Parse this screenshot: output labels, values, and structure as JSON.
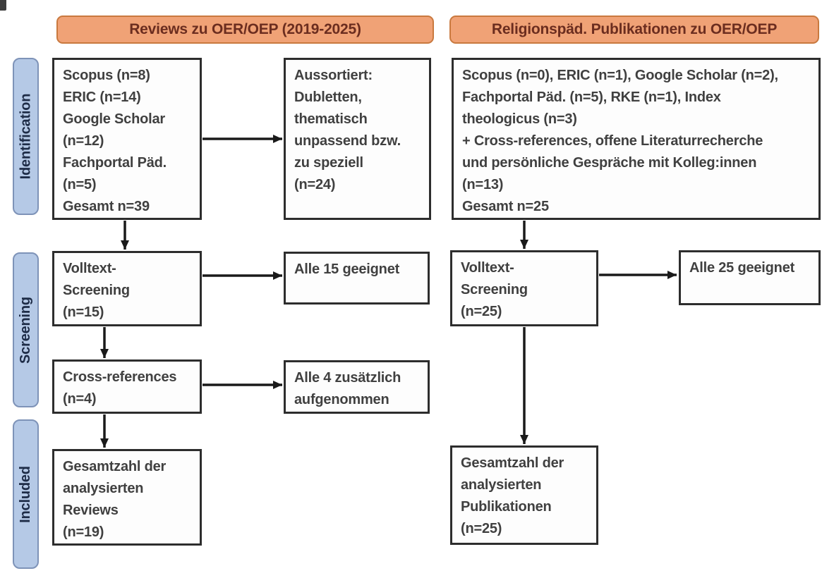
{
  "diagram": {
    "headers": [
      {
        "label": "Reviews zu OER/OEP (2019-2025)"
      },
      {
        "label": "Religionspäd. Publikationen zu OER/OEP"
      }
    ],
    "stages": [
      {
        "label": "Identification"
      },
      {
        "label": "Screening"
      },
      {
        "label": "Included"
      }
    ],
    "boxes": {
      "id_left": {
        "lines": [
          "Scopus (n=8)",
          "ERIC (n=14)",
          "Google Scholar",
          "(n=12)",
          "Fachportal Päd.",
          "(n=5)",
          "Gesamt n=39"
        ]
      },
      "aussortiert": {
        "lines": [
          "Aussortiert:",
          "Dubletten,",
          "thematisch",
          "unpassend bzw.",
          "zu speziell",
          "(n=24)"
        ]
      },
      "id_right": {
        "lines": [
          "Scopus (n=0), ERIC (n=1), Google Scholar (n=2),",
          "Fachportal Päd. (n=5), RKE (n=1), Index",
          "theologicus (n=3)",
          "+ Cross-references, offene Literaturrecherche",
          "und persönliche Gespräche mit Kolleg:innen",
          "(n=13)",
          "Gesamt n=25"
        ]
      },
      "volltext_left": {
        "lines": [
          "Volltext-",
          "Screening",
          "(n=15)"
        ]
      },
      "alle15": {
        "lines": [
          "Alle 15 geeignet"
        ]
      },
      "crossref": {
        "lines": [
          "Cross-references",
          "(n=4)"
        ]
      },
      "alle4": {
        "lines": [
          "Alle 4 zusätzlich",
          "aufgenommen"
        ]
      },
      "included_left": {
        "lines": [
          "Gesamtzahl der",
          "analysierten",
          "Reviews",
          "(n=19)"
        ]
      },
      "volltext_right": {
        "lines": [
          "Volltext-",
          "Screening",
          "(n=25)"
        ]
      },
      "alle25": {
        "lines": [
          "Alle 25 geeignet"
        ]
      },
      "included_right": {
        "lines": [
          "Gesamtzahl der",
          "analysierten",
          "Publikationen",
          "(n=25)"
        ]
      }
    },
    "flows": [
      {
        "from": "id_left",
        "to": "aussortiert"
      },
      {
        "from": "id_left",
        "to": "volltext_left"
      },
      {
        "from": "volltext_left",
        "to": "alle15"
      },
      {
        "from": "volltext_left",
        "to": "crossref"
      },
      {
        "from": "crossref",
        "to": "alle4"
      },
      {
        "from": "crossref",
        "to": "included_left"
      },
      {
        "from": "id_right",
        "to": "volltext_right"
      },
      {
        "from": "volltext_right",
        "to": "alle25"
      },
      {
        "from": "volltext_right",
        "to": "included_right"
      }
    ],
    "colors": {
      "header_fill": "#F0A276",
      "header_border": "#C9793F",
      "header_text": "#6B2D1F",
      "stage_fill": "#B5C9E6",
      "stage_border": "#7E93B8",
      "stage_text": "#1E2C47",
      "box_border": "#2D2D2D",
      "box_text": "#404040",
      "arrow": "#1A1A1A"
    }
  }
}
